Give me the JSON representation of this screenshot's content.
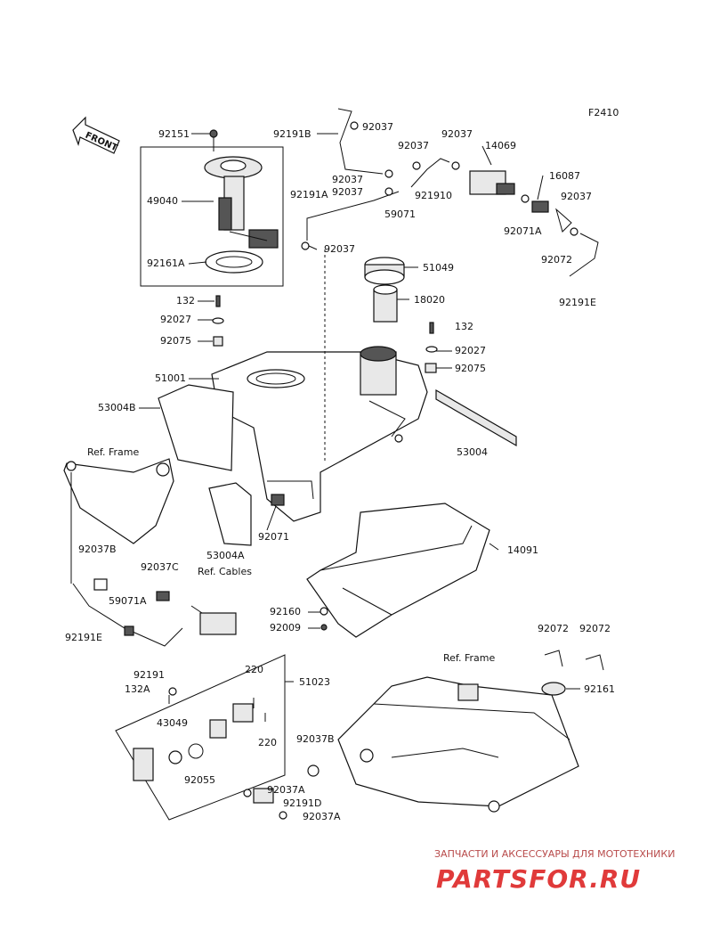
{
  "figure_code": "F2410",
  "front_label": "FRONT",
  "labels": {
    "p92151": "92151",
    "p49040": "49040",
    "p92161A": "92161A",
    "p132a": "132",
    "p92027a": "92027",
    "p92075a": "92075",
    "p51001": "51001",
    "p53004B": "53004B",
    "p92191B": "92191B",
    "p92037_1": "92037",
    "p92037_2": "92037",
    "p92037_3": "92037",
    "p92037_4": "92037",
    "p92037_5": "92037",
    "p92037_6": "92037",
    "p92037_7": "92037",
    "p14069": "14069",
    "p16087": "16087",
    "p921910": "921910",
    "p59071": "59071",
    "p92191A": "92191A",
    "p92071A": "92071A",
    "p92072a": "92072",
    "p92191E_top": "92191E",
    "p51049": "51049",
    "p18020": "18020",
    "p132b": "132",
    "p92027b": "92027",
    "p92075b": "92075",
    "p53004": "53004",
    "p92071": "92071",
    "p53004A": "53004A",
    "p14091": "14091",
    "p92160": "92160",
    "p92009": "92009",
    "p92037B_a": "92037B",
    "p92037C": "92037C",
    "p59071A": "59071A",
    "p92191E_bot": "92191E",
    "p92191": "92191",
    "p132A": "132A",
    "p220a": "220",
    "p220b": "220",
    "p51023": "51023",
    "p43049": "43049",
    "p92055": "92055",
    "p92037B_b": "92037B",
    "p92037A_1": "92037A",
    "p92191D": "92191D",
    "p92037A_2": "92037A",
    "p92072b": "92072",
    "p92072c": "92072",
    "p92161": "92161"
  },
  "refs": {
    "frame_left": "Ref. Frame",
    "cables": "Ref. Cables",
    "frame_right": "Ref. Frame"
  },
  "watermark": {
    "line1": "ЗАПЧАСТИ И АКСЕССУАРЫ ДЛЯ МОТОТЕХНИКИ",
    "logo": "PARTSFOR.RU"
  }
}
